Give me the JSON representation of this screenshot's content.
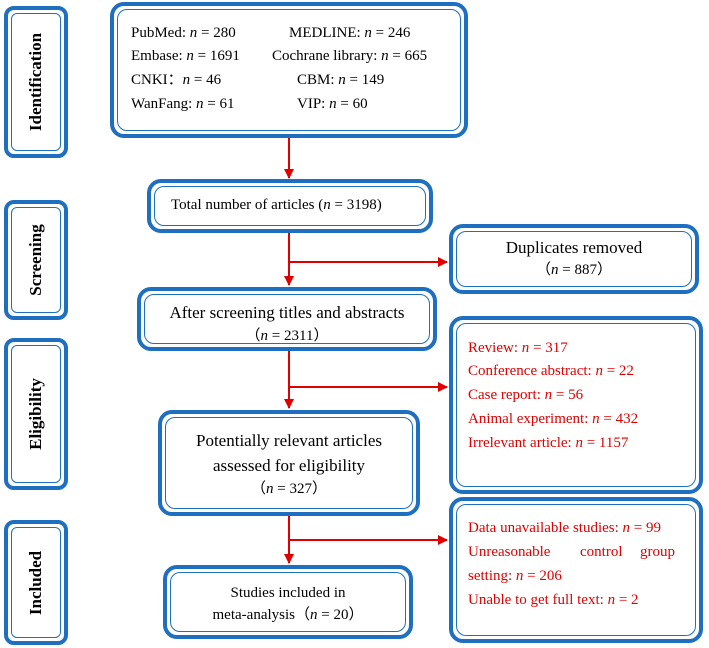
{
  "stages": [
    "Identification",
    "Screening",
    "Eligibility",
    "Included"
  ],
  "identification": {
    "rows": [
      {
        "left": {
          "name": "PubMed:",
          "n": "280"
        },
        "right": {
          "name": "MEDLINE:",
          "n": "246"
        }
      },
      {
        "left": {
          "name": "Embase:",
          "n": "1691"
        },
        "right": {
          "name": "Cochrane library:",
          "n": "665"
        }
      },
      {
        "left": {
          "name": "CNKI：",
          "n": "46"
        },
        "right": {
          "name": "CBM:",
          "n": "149"
        }
      },
      {
        "left": {
          "name": "WanFang:",
          "n": "61"
        },
        "right": {
          "name": "VIP:",
          "n": "60"
        }
      }
    ]
  },
  "total": {
    "text": "Total number of articles (",
    "n": "3198",
    "close": ")"
  },
  "duplicates": {
    "title": "Duplicates removed",
    "n": "887",
    "open": "（",
    "close": "）"
  },
  "screened": {
    "title": "After screening titles and abstracts",
    "n": "2311",
    "open": "（",
    "close": "）"
  },
  "excluded1": [
    {
      "label": "Review:",
      "n": "317"
    },
    {
      "label": "Conference abstract:",
      "n": "22"
    },
    {
      "label": "Case report:",
      "n": "56"
    },
    {
      "label": "Animal experiment:",
      "n": "432"
    },
    {
      "label": "Irrelevant article:",
      "n": "1157"
    }
  ],
  "eligible": {
    "line1": "Potentially relevant articles",
    "line2": "assessed for eligibility",
    "n": "327",
    "open": "（",
    "close": "）"
  },
  "excluded2": {
    "line1": {
      "label": "Data unavailable studies:",
      "n": "99"
    },
    "line2": [
      "Unreasonable",
      "control",
      "group"
    ],
    "line3": {
      "label": "setting:",
      "n": "206"
    },
    "line4": {
      "label": "Unable to get full text:",
      "n": "2"
    }
  },
  "included": {
    "line1": "Studies included in",
    "line2": "meta-analysis（",
    "n": "20",
    "close": "）"
  },
  "n_symbol": "n",
  "eq": " = ",
  "colors": {
    "border": "#1f6fc0",
    "arrow": "#e00000",
    "exclusion_text": "#e00000"
  }
}
